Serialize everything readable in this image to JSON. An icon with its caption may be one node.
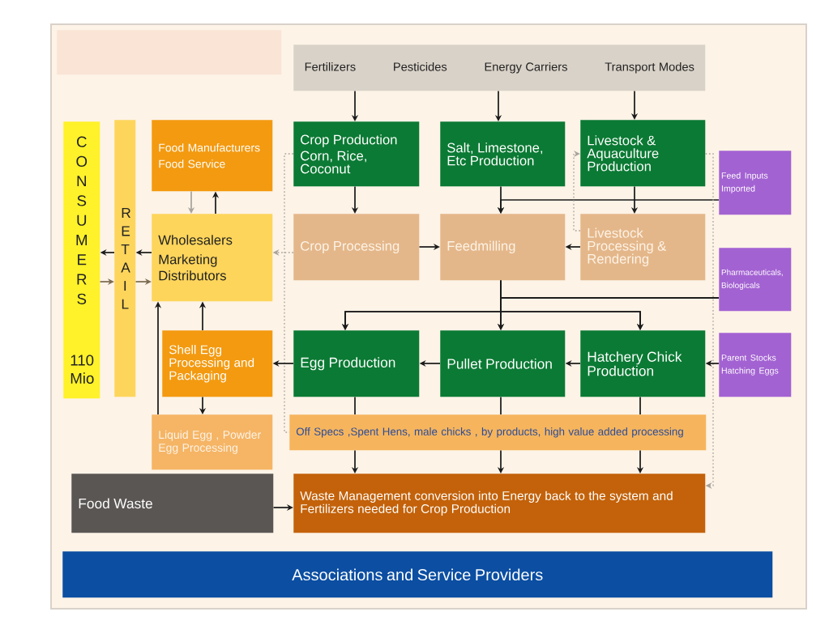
{
  "diagram": {
    "nodes": [
      {
        "text": [],
        "shape": "box"
      },
      {
        "text": [
          "Fertilizers",
          "Pesticides",
          "Energy Carriers",
          "Transport Modes"
        ]
      },
      {
        "text": [
          "CONSUMERS",
          "110 Mio"
        ]
      },
      {
        "text": [
          "RETAIL"
        ]
      },
      {
        "text": [
          "Food Manufacturers",
          "Food Service"
        ]
      },
      {
        "text": [
          "Wholesalers",
          "Marketing",
          "Distributors"
        ]
      },
      {
        "text": [
          "Crop Production",
          "Corn, Rice, Coconut"
        ]
      },
      {
        "text": [
          "Salt, Limestone, Etc Production"
        ]
      },
      {
        "text": [
          "Livestock & Aquaculture Production"
        ]
      },
      {
        "text": [
          "Feed Inputs Imported"
        ]
      },
      {
        "text": [
          "Crop Processing"
        ]
      },
      {
        "text": [
          "Feedmilling"
        ]
      },
      {
        "text": [
          "Livestock Processing & Rendering"
        ]
      },
      {
        "text": [
          "Pharmaceuticals, Biologicals"
        ]
      },
      {
        "text": [
          "Shell Egg Processing and Packaging"
        ]
      },
      {
        "text": [
          "Egg Production"
        ]
      },
      {
        "text": [
          "Pullet Production"
        ]
      },
      {
        "text": [
          "Hatchery Chick Production"
        ]
      },
      {
        "text": [
          "Parent Stocks Hatching Eggs"
        ]
      },
      {
        "text": [
          "Liquid Egg , Powder Egg Processing"
        ]
      },
      {
        "text": [
          "Off Specs ,Spent Hens, male chicks , by products, high value added processing"
        ]
      },
      {
        "text": [
          "Food Waste"
        ]
      },
      {
        "text": [
          "Waste Management conversion into Energy back to the system and Fertilizers needed for Crop Production"
        ]
      },
      {
        "text": [
          "Associations and Service Providers"
        ]
      }
    ],
    "edges": [
      {
        "from": 1,
        "to": 6,
        "arrow": "to"
      },
      {
        "from": 1,
        "to": 7,
        "arrow": "to"
      },
      {
        "from": 1,
        "to": 8,
        "arrow": "to"
      },
      {
        "from": 6,
        "to": 10,
        "arrow": "to"
      },
      {
        "from": 7,
        "to": 11,
        "arrow": "to"
      },
      {
        "from": 9,
        "to": 11,
        "arrow": "to"
      },
      {
        "from": 8,
        "to": 12,
        "arrow": "to"
      },
      {
        "from": 10,
        "to": 11,
        "arrow": "to"
      },
      {
        "from": 12,
        "to": 11,
        "arrow": "to"
      },
      {
        "from": 12,
        "to": 8,
        "arrow": "to",
        "style": "dashed",
        "color": "#a8a39c"
      },
      {
        "from": 10,
        "to": 5,
        "arrow": "to",
        "style": "dashed",
        "color": "#a8a39c"
      },
      {
        "from": 6,
        "to": 20,
        "arrow": "none",
        "style": "dashed",
        "color": "#a8a39c"
      },
      {
        "from": 8,
        "to": 22,
        "arrow": "to",
        "style": "dashed",
        "color": "#a8a39c"
      },
      {
        "from": 11,
        "to": 15,
        "arrow": "to"
      },
      {
        "from": 11,
        "to": 16,
        "arrow": "to"
      },
      {
        "from": 11,
        "to": 17,
        "arrow": "to"
      },
      {
        "from": 13,
        "to": 15,
        "arrow": "to"
      },
      {
        "from": 13,
        "to": 16,
        "arrow": "to"
      },
      {
        "from": 13,
        "to": 17,
        "arrow": "to"
      },
      {
        "from": 18,
        "to": 17,
        "arrow": "to"
      },
      {
        "from": 17,
        "to": 16,
        "arrow": "to"
      },
      {
        "from": 16,
        "to": 15,
        "arrow": "to"
      },
      {
        "from": 15,
        "to": 14,
        "arrow": "to"
      },
      {
        "from": 14,
        "to": 5,
        "arrow": "to"
      },
      {
        "from": 14,
        "to": 19,
        "arrow": "to"
      },
      {
        "from": 19,
        "to": 5,
        "arrow": "to"
      },
      {
        "from": 5,
        "to": 4,
        "arrow": "to"
      },
      {
        "from": 4,
        "to": 5,
        "arrow": "to",
        "color": "#a8a39c"
      },
      {
        "from": 5,
        "to": 3,
        "arrow": "to"
      },
      {
        "from": 3,
        "to": 2,
        "arrow": "to"
      },
      {
        "from": 2,
        "to": 3,
        "arrow": "to",
        "color": "#7b6a4f"
      },
      {
        "from": 3,
        "to": 5,
        "arrow": "to",
        "color": "#7b6a4f"
      },
      {
        "from": 15,
        "to": 20,
        "arrow": "none"
      },
      {
        "from": 16,
        "to": 20,
        "arrow": "none"
      },
      {
        "from": 17,
        "to": 20,
        "arrow": "none"
      },
      {
        "from": 20,
        "to": 22,
        "arrow": "to"
      },
      {
        "from": 20,
        "to": 22,
        "arrow": "to"
      },
      {
        "from": 20,
        "to": 22,
        "arrow": "to"
      },
      {
        "from": 21,
        "to": 22,
        "arrow": "to"
      }
    ]
  }
}
